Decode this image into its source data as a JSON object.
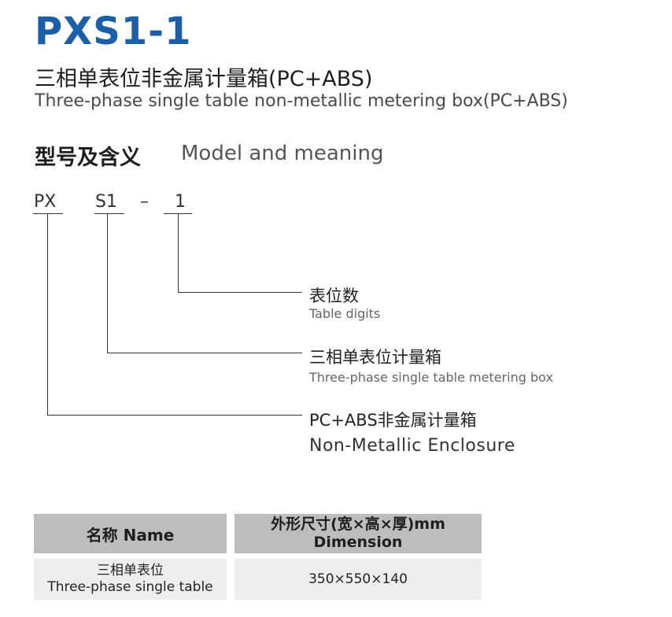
{
  "header": {
    "model": "PXS1-1",
    "title_cn": "三相单表位非金属计量箱(PC+ABS)",
    "title_en": "Three-phase single table non-metallic metering box(PC+ABS)"
  },
  "section": {
    "title_cn": "型号及含义",
    "title_en": "Model and meaning"
  },
  "code": {
    "part1": "PX",
    "part2": "S1",
    "dash": "–",
    "part3": "1"
  },
  "meanings": [
    {
      "cn": "表位数",
      "en": "Table digits"
    },
    {
      "cn": "三相单表位计量箱",
      "en": "Three-phase single table metering box"
    },
    {
      "cn": "PC+ABS非金属计量箱",
      "en": "Non-Metallic Enclosure"
    }
  ],
  "table": {
    "headers": [
      {
        "text": "名称 Name"
      },
      {
        "line1": "外形尺寸(宽×高×厚)mm",
        "line2": "Dimension"
      }
    ],
    "rows": [
      {
        "name_cn": "三相单表位",
        "name_en": "Three-phase single table",
        "dimension": "350×550×140"
      }
    ]
  },
  "colors": {
    "model_title": "#1a5fa8",
    "table_header_bg": "#bdbdbd",
    "table_body_bg": "#eeeeee"
  }
}
